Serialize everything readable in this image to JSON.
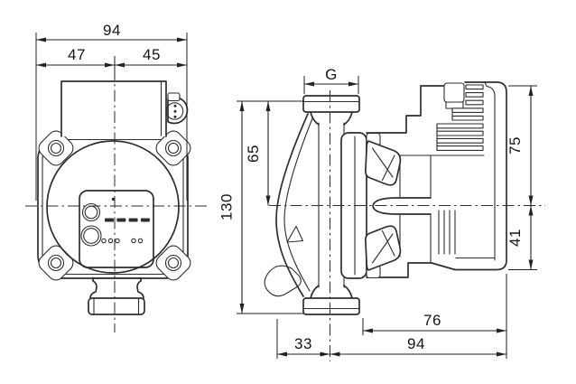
{
  "drawing": {
    "type": "pump-dimensional-drawing",
    "colors": {
      "line": "#2e2e2e",
      "background": "#ffffff",
      "text": "#151515"
    }
  },
  "front_view": {
    "dims": {
      "total_width": "94",
      "left_to_center": "47",
      "center_to_right": "45"
    }
  },
  "side_view": {
    "dims": {
      "connection_thread": "G",
      "port_face_to_center": "65",
      "port_to_port": "130",
      "center_to_motor_top": "75",
      "center_to_motor_bottom": "41",
      "flange_to_module_rear": "76",
      "axis_to_module_rear": "94",
      "axis_to_volute_front": "33"
    }
  }
}
